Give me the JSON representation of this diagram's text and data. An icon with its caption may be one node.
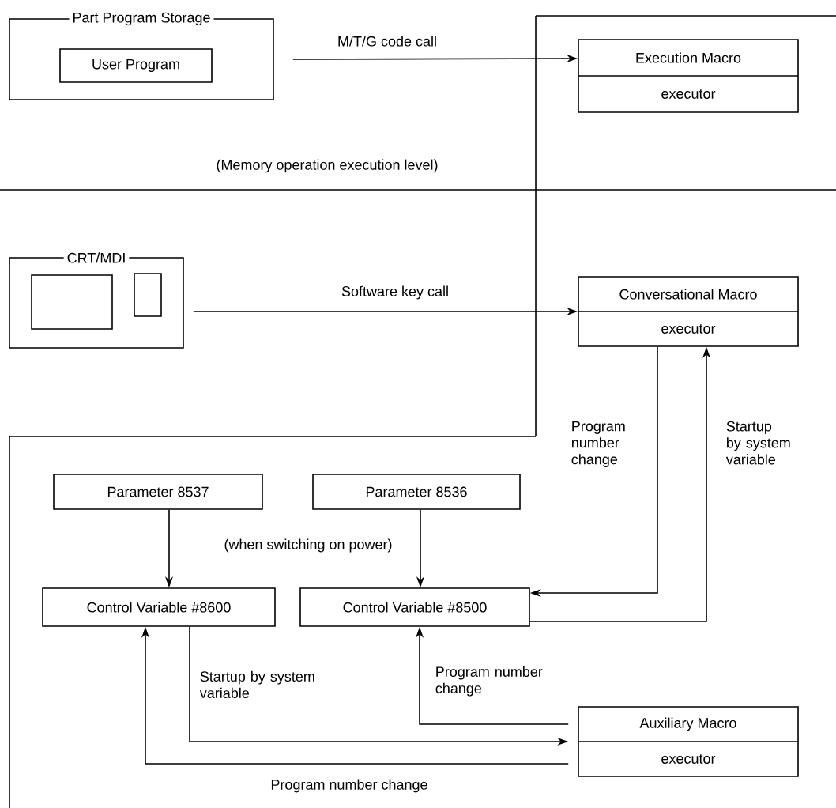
{
  "diagram": {
    "nodes": [
      {
        "text": [
          "Part Program Storage"
        ]
      },
      {
        "text": [
          "User Program"
        ],
        "in": 0
      },
      {
        "text": [
          "Execution Macro",
          "executor"
        ]
      },
      {
        "text": [
          "CRT/MDI"
        ]
      },
      {
        "text": [
          "Conversational Macro",
          "executor"
        ]
      },
      {
        "text": [
          "Parameter 8537"
        ]
      },
      {
        "text": [
          "Parameter 8536"
        ]
      },
      {
        "text": [
          "Control Variable #8600"
        ]
      },
      {
        "text": [
          "Control Variable #8500"
        ]
      },
      {
        "text": [
          "Auxiliary Macro",
          "executor"
        ]
      }
    ],
    "edges": [
      {
        "from": 0,
        "to": 2,
        "arrow": "to",
        "label": "M/T/G code call"
      },
      {
        "from": 3,
        "to": 4,
        "arrow": "to",
        "label": "Software key call"
      },
      {
        "from": 4,
        "to": 8,
        "arrow": "to",
        "label": "Program number change"
      },
      {
        "from": 8,
        "to": 4,
        "arrow": "to",
        "label": "Startup by system variable"
      },
      {
        "from": 5,
        "to": 7,
        "arrow": "to"
      },
      {
        "from": 6,
        "to": 8,
        "arrow": "to"
      },
      {
        "from": 9,
        "to": 8,
        "arrow": "to",
        "label": "Program number change"
      },
      {
        "from": 7,
        "to": 9,
        "arrow": "to",
        "label": "Startup by system variable"
      },
      {
        "from": 9,
        "to": 7,
        "arrow": "to",
        "label": "Program number change"
      }
    ],
    "labels": [
      "(Memory operation execution level)",
      "(when switching on power)"
    ]
  }
}
